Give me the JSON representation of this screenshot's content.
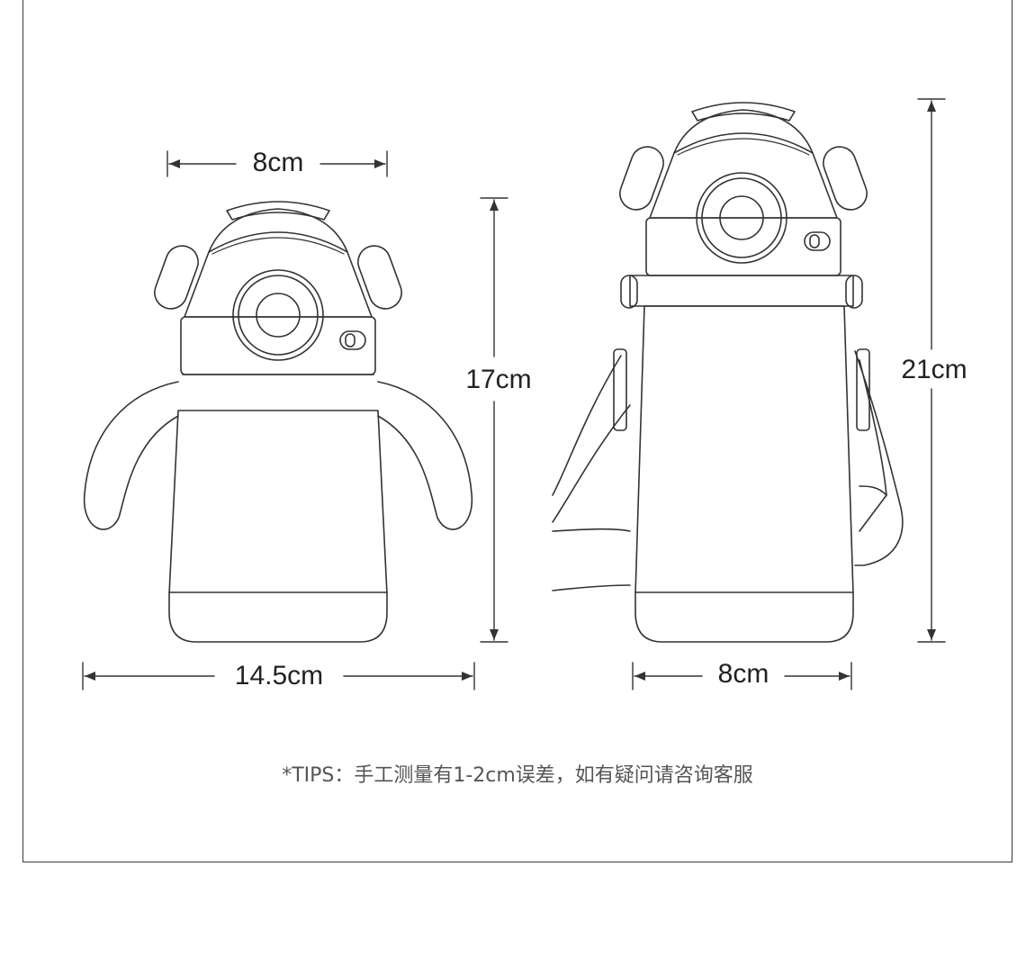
{
  "dimensions": {
    "left_top_width": "8cm",
    "left_height": "17cm",
    "left_bottom_width": "14.5cm",
    "right_height": "21cm",
    "right_bottom_width": "8cm"
  },
  "tips": "*TIPS：手工测量有1-2cm误差，如有疑问请咨询客服",
  "colors": {
    "line": "#333333",
    "frame": "#3a3a3a",
    "text": "#222222",
    "tips": "#555555"
  }
}
